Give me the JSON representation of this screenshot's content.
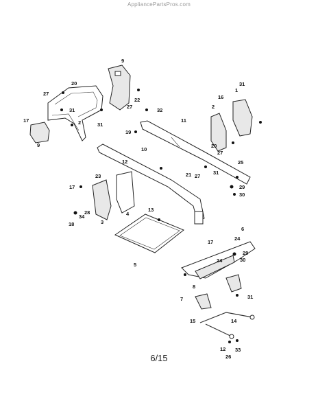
{
  "watermark": "AppliancePartsPros.com",
  "page_label": "6/15",
  "callouts": [
    {
      "id": "c9a",
      "text": "9"
    },
    {
      "id": "c20a",
      "text": "20"
    },
    {
      "id": "c27a",
      "text": "27"
    },
    {
      "id": "c31a",
      "text": "31"
    },
    {
      "id": "c17a",
      "text": "17"
    },
    {
      "id": "c2a",
      "text": "2"
    },
    {
      "id": "c9b",
      "text": "9"
    },
    {
      "id": "c31b",
      "text": "31"
    },
    {
      "id": "c22",
      "text": "22"
    },
    {
      "id": "c27b",
      "text": "27"
    },
    {
      "id": "c32",
      "text": "32"
    },
    {
      "id": "c19",
      "text": "19"
    },
    {
      "id": "c11",
      "text": "11"
    },
    {
      "id": "c31c",
      "text": "31"
    },
    {
      "id": "c16",
      "text": "16"
    },
    {
      "id": "c2b",
      "text": "2"
    },
    {
      "id": "c10",
      "text": "10"
    },
    {
      "id": "c12a",
      "text": "12"
    },
    {
      "id": "c1",
      "text": "1"
    },
    {
      "id": "c20b",
      "text": "20"
    },
    {
      "id": "c27c",
      "text": "27"
    },
    {
      "id": "c21",
      "text": "21"
    },
    {
      "id": "c27d",
      "text": "27"
    },
    {
      "id": "c31d",
      "text": "31"
    },
    {
      "id": "c25",
      "text": "25"
    },
    {
      "id": "c29a",
      "text": "29"
    },
    {
      "id": "c30a",
      "text": "30"
    },
    {
      "id": "c23",
      "text": "23"
    },
    {
      "id": "c17b",
      "text": "17"
    },
    {
      "id": "c28",
      "text": "28"
    },
    {
      "id": "c34",
      "text": "34"
    },
    {
      "id": "c18",
      "text": "18"
    },
    {
      "id": "c3",
      "text": "3"
    },
    {
      "id": "c4",
      "text": "4"
    },
    {
      "id": "c13",
      "text": "13"
    },
    {
      "id": "c5",
      "text": "5"
    },
    {
      "id": "c6",
      "text": "6"
    },
    {
      "id": "c17c",
      "text": "17"
    },
    {
      "id": "c24a",
      "text": "24"
    },
    {
      "id": "c29b",
      "text": "29"
    },
    {
      "id": "c30b",
      "text": "30"
    },
    {
      "id": "c24b",
      "text": "24"
    },
    {
      "id": "c8",
      "text": "8"
    },
    {
      "id": "c7",
      "text": "7"
    },
    {
      "id": "c31e",
      "text": "31"
    },
    {
      "id": "c15",
      "text": "15"
    },
    {
      "id": "c14",
      "text": "14"
    },
    {
      "id": "c12b",
      "text": "12"
    },
    {
      "id": "c33",
      "text": "33"
    },
    {
      "id": "c26",
      "text": "26"
    }
  ]
}
